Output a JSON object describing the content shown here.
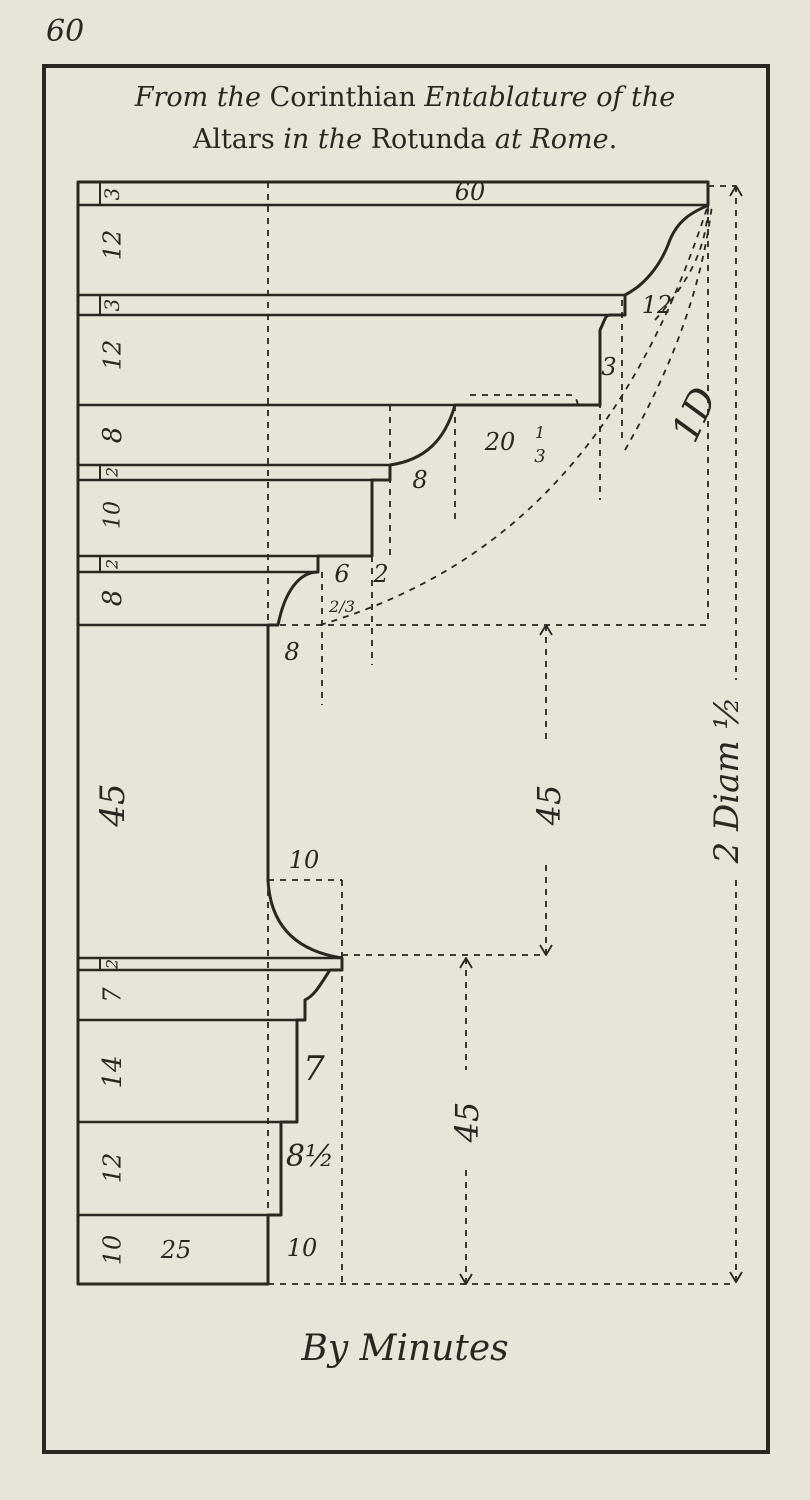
{
  "page_number": "60",
  "title": {
    "line1": [
      {
        "text": "From the ",
        "italic": true
      },
      {
        "text": "Corinthian ",
        "italic": false
      },
      {
        "text": "Entablature of the",
        "italic": true
      }
    ],
    "line2": [
      {
        "text": "Altars ",
        "italic": false
      },
      {
        "text": "in the ",
        "italic": true
      },
      {
        "text": "Rotunda ",
        "italic": false
      },
      {
        "text": "at Rome",
        "italic": true
      },
      {
        "text": ".",
        "italic": false
      }
    ]
  },
  "left_heights": [
    "3",
    "12",
    "3",
    "12",
    "8",
    "2",
    "10",
    "2",
    "8",
    "45",
    "2",
    "7",
    "14",
    "12",
    "10"
  ],
  "projection_labels": {
    "top_width": "60",
    "cornice_12": "12",
    "cornice_3": "3",
    "corona_20": "20",
    "corona_frac_num": "1",
    "corona_frac_den": "3",
    "ovolo_8": "8",
    "fillet_6": "6",
    "fillet_2": "2",
    "frac_2_3": "2/3",
    "base_8": "8",
    "frieze_10": "10",
    "plinth_25": "25",
    "plinth_10": "10",
    "base_7": "7",
    "base_8_half": "8½"
  },
  "dimension_labels": {
    "one_d": "1D",
    "diam": "2 Diam ½",
    "frieze_45": "45",
    "lower_45": "45"
  },
  "caption": "By Minutes"
}
